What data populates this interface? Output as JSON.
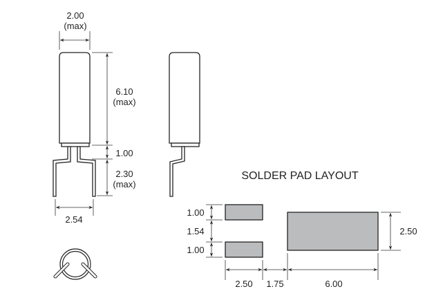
{
  "front_view": {
    "width": "2.00",
    "width_note": "(max)",
    "height": "6.10",
    "height_note": "(max)",
    "standoff": "1.00",
    "lead_length": "2.30",
    "lead_length_note": "(max)",
    "lead_pitch": "2.54"
  },
  "solder_pad_layout": {
    "title": "SOLDER PAD LAYOUT",
    "small_pad_height_top": "1.00",
    "pad_gap": "1.54",
    "small_pad_height_bottom": "1.00",
    "large_pad_height": "2.50",
    "small_pad_width": "2.50",
    "pad_spacing": "1.75",
    "large_pad_width": "6.00"
  },
  "colors": {
    "pad": "#bbbcbe",
    "outline": "#222222"
  }
}
